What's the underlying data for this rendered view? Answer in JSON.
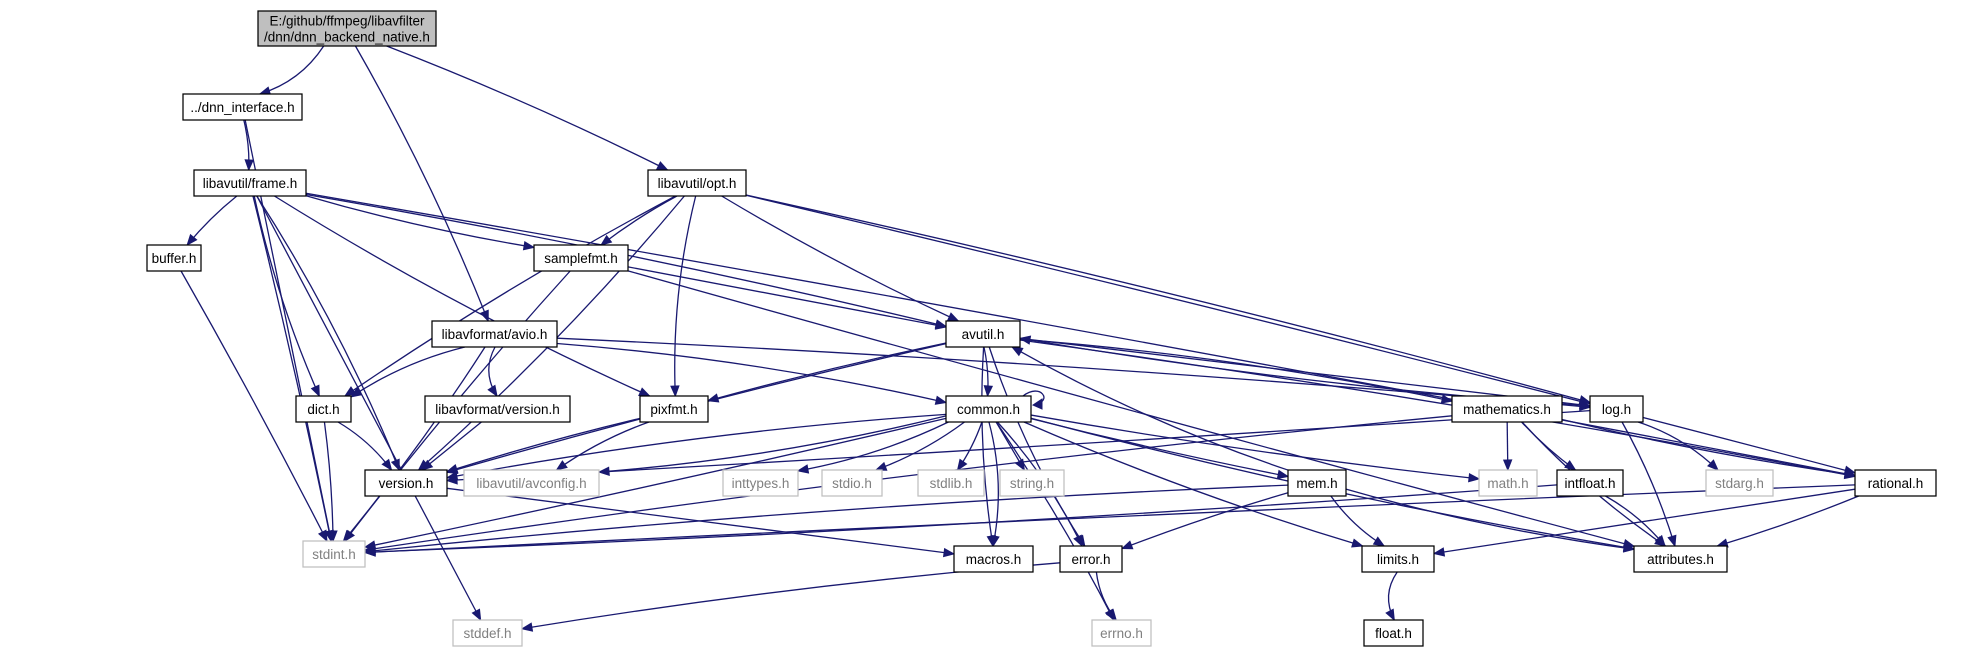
{
  "diagram": {
    "colors": {
      "edge": "#191970",
      "root_fill": "#bfbfbf",
      "ext_border": "#bfbfbf",
      "ext_text": "#808080"
    },
    "nodes": {
      "root": {
        "lines": [
          "E:/github/ffmpeg/libavfilter",
          "/dnn/dnn_backend_native.h"
        ],
        "kind": "root"
      },
      "dnn_interface": {
        "lines": [
          "../dnn_interface.h"
        ]
      },
      "frame": {
        "lines": [
          "libavutil/frame.h"
        ]
      },
      "opt": {
        "lines": [
          "libavutil/opt.h"
        ]
      },
      "buffer": {
        "lines": [
          "buffer.h"
        ]
      },
      "samplefmt": {
        "lines": [
          "samplefmt.h"
        ]
      },
      "avio": {
        "lines": [
          "libavformat/avio.h"
        ]
      },
      "avutil": {
        "lines": [
          "avutil.h"
        ]
      },
      "dict": {
        "lines": [
          "dict.h"
        ]
      },
      "lavf_version": {
        "lines": [
          "libavformat/version.h"
        ]
      },
      "pixfmt": {
        "lines": [
          "pixfmt.h"
        ]
      },
      "common": {
        "lines": [
          "common.h"
        ]
      },
      "mathematics": {
        "lines": [
          "mathematics.h"
        ]
      },
      "log": {
        "lines": [
          "log.h"
        ]
      },
      "version": {
        "lines": [
          "version.h"
        ]
      },
      "avconfig": {
        "lines": [
          "libavutil/avconfig.h"
        ],
        "kind": "ext"
      },
      "inttypes": {
        "lines": [
          "inttypes.h"
        ],
        "kind": "ext"
      },
      "stdio": {
        "lines": [
          "stdio.h"
        ],
        "kind": "ext"
      },
      "stdlib": {
        "lines": [
          "stdlib.h"
        ],
        "kind": "ext"
      },
      "string": {
        "lines": [
          "string.h"
        ],
        "kind": "ext"
      },
      "mem": {
        "lines": [
          "mem.h"
        ]
      },
      "math": {
        "lines": [
          "math.h"
        ],
        "kind": "ext"
      },
      "intfloat": {
        "lines": [
          "intfloat.h"
        ]
      },
      "stdarg": {
        "lines": [
          "stdarg.h"
        ],
        "kind": "ext"
      },
      "rational": {
        "lines": [
          "rational.h"
        ]
      },
      "stdint": {
        "lines": [
          "stdint.h"
        ],
        "kind": "ext"
      },
      "macros": {
        "lines": [
          "macros.h"
        ]
      },
      "error": {
        "lines": [
          "error.h"
        ]
      },
      "limits": {
        "lines": [
          "limits.h"
        ]
      },
      "attributes": {
        "lines": [
          "attributes.h"
        ]
      },
      "stddef": {
        "lines": [
          "stddef.h"
        ],
        "kind": "ext"
      },
      "errno": {
        "lines": [
          "errno.h"
        ],
        "kind": "ext"
      },
      "float": {
        "lines": [
          "float.h"
        ]
      }
    },
    "edges": [
      [
        "root",
        "dnn_interface"
      ],
      [
        "root",
        "avio"
      ],
      [
        "root",
        "opt"
      ],
      [
        "dnn_interface",
        "frame"
      ],
      [
        "dnn_interface",
        "stdint"
      ],
      [
        "frame",
        "buffer"
      ],
      [
        "frame",
        "samplefmt"
      ],
      [
        "frame",
        "dict"
      ],
      [
        "frame",
        "pixfmt"
      ],
      [
        "frame",
        "version"
      ],
      [
        "frame",
        "avutil"
      ],
      [
        "frame",
        "rational"
      ],
      [
        "frame",
        "stdint"
      ],
      [
        "frame",
        "stddef"
      ],
      [
        "opt",
        "samplefmt"
      ],
      [
        "opt",
        "avutil"
      ],
      [
        "opt",
        "dict"
      ],
      [
        "opt",
        "pixfmt"
      ],
      [
        "opt",
        "version"
      ],
      [
        "opt",
        "log"
      ],
      [
        "opt",
        "rational"
      ],
      [
        "buffer",
        "stdint"
      ],
      [
        "samplefmt",
        "avutil"
      ],
      [
        "samplefmt",
        "attributes"
      ],
      [
        "samplefmt",
        "stdint"
      ],
      [
        "avio",
        "dict"
      ],
      [
        "avio",
        "lavf_version"
      ],
      [
        "avio",
        "common"
      ],
      [
        "avio",
        "log"
      ],
      [
        "avio",
        "stdint"
      ],
      [
        "avutil",
        "common"
      ],
      [
        "avutil",
        "log"
      ],
      [
        "avutil",
        "pixfmt"
      ],
      [
        "avutil",
        "version"
      ],
      [
        "avutil",
        "macros"
      ],
      [
        "avutil",
        "error"
      ],
      [
        "avutil",
        "mathematics"
      ],
      [
        "avutil",
        "rational"
      ],
      [
        "dict",
        "version"
      ],
      [
        "dict",
        "stdint"
      ],
      [
        "lavf_version",
        "version"
      ],
      [
        "pixfmt",
        "version"
      ],
      [
        "pixfmt",
        "avconfig"
      ],
      [
        "common",
        "common"
      ],
      [
        "common",
        "version"
      ],
      [
        "common",
        "avconfig"
      ],
      [
        "common",
        "inttypes"
      ],
      [
        "common",
        "stdio"
      ],
      [
        "common",
        "stdlib"
      ],
      [
        "common",
        "string"
      ],
      [
        "common",
        "mem"
      ],
      [
        "common",
        "math"
      ],
      [
        "common",
        "limits"
      ],
      [
        "common",
        "attributes"
      ],
      [
        "common",
        "macros"
      ],
      [
        "common",
        "error"
      ],
      [
        "common",
        "errno"
      ],
      [
        "common",
        "stdint"
      ],
      [
        "mathematics",
        "math"
      ],
      [
        "mathematics",
        "intfloat"
      ],
      [
        "mathematics",
        "rational"
      ],
      [
        "mathematics",
        "attributes"
      ],
      [
        "mathematics",
        "stdint"
      ],
      [
        "log",
        "avutil"
      ],
      [
        "log",
        "stdarg"
      ],
      [
        "log",
        "attributes"
      ],
      [
        "log",
        "version"
      ],
      [
        "version",
        "macros"
      ],
      [
        "mem",
        "error"
      ],
      [
        "mem",
        "limits"
      ],
      [
        "mem",
        "attributes"
      ],
      [
        "mem",
        "stdint"
      ],
      [
        "mem",
        "avutil"
      ],
      [
        "intfloat",
        "stdint"
      ],
      [
        "intfloat",
        "attributes"
      ],
      [
        "rational",
        "attributes"
      ],
      [
        "rational",
        "limits"
      ],
      [
        "rational",
        "stdint"
      ],
      [
        "error",
        "errno"
      ],
      [
        "error",
        "stddef"
      ],
      [
        "limits",
        "float"
      ]
    ]
  }
}
